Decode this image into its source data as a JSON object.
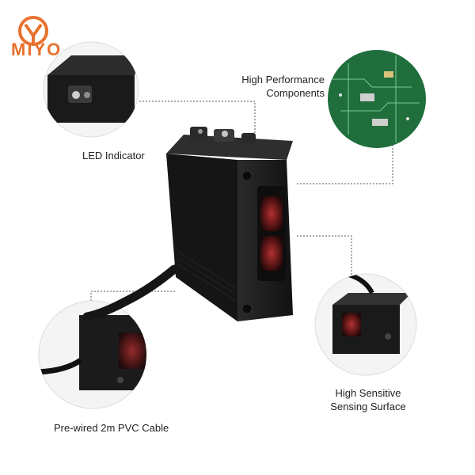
{
  "brand": {
    "name": "MIYO",
    "color": "#e8722e"
  },
  "callouts": {
    "high_performance": {
      "line1": "High Performance",
      "line2": "Components"
    },
    "led_indicator": "LED Indicator",
    "cable": "Pre-wired 2m PVC Cable",
    "sensing": {
      "line1": "High Sensitive",
      "line2": "Sensing Surface"
    }
  },
  "colors": {
    "sensor_body": "#1a1a1a",
    "lens_red": "#8a1e1e",
    "pcb_green": "#1f6e3c"
  }
}
